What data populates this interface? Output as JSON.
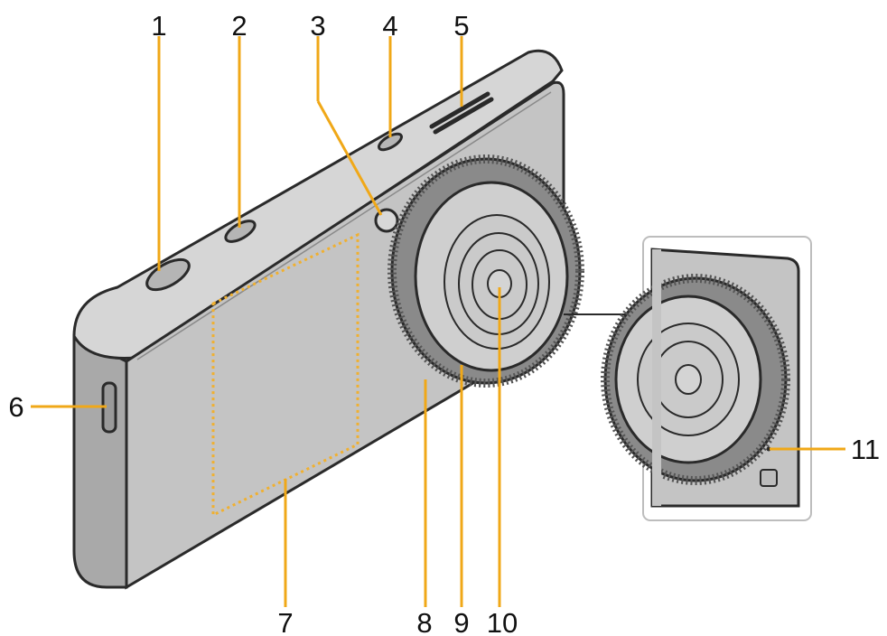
{
  "colors": {
    "callout_line": "#f0a818",
    "body_fill": "#c9c9c9",
    "body_dark": "#9a9a9a",
    "outline": "#2a2a2a",
    "highlight_dots": "#f0b030",
    "inset_frame": "#bdbdbd"
  },
  "callouts": [
    {
      "id": "1",
      "label": "1",
      "part": "shutter-button"
    },
    {
      "id": "2",
      "label": "2",
      "part": "zoom-lever"
    },
    {
      "id": "3",
      "label": "3",
      "part": "self-timer-indicator"
    },
    {
      "id": "4",
      "label": "4",
      "part": "power-button"
    },
    {
      "id": "5",
      "label": "5",
      "part": "speaker"
    },
    {
      "id": "6",
      "label": "6",
      "part": "strap-eyelet"
    },
    {
      "id": "7",
      "label": "7",
      "part": "nfc-antenna-area"
    },
    {
      "id": "8",
      "label": "8",
      "part": "control-ring"
    },
    {
      "id": "9",
      "label": "9",
      "part": "lens-mount"
    },
    {
      "id": "10",
      "label": "10",
      "part": "lens"
    },
    {
      "id": "11",
      "label": "11",
      "part": "microphone"
    }
  ]
}
